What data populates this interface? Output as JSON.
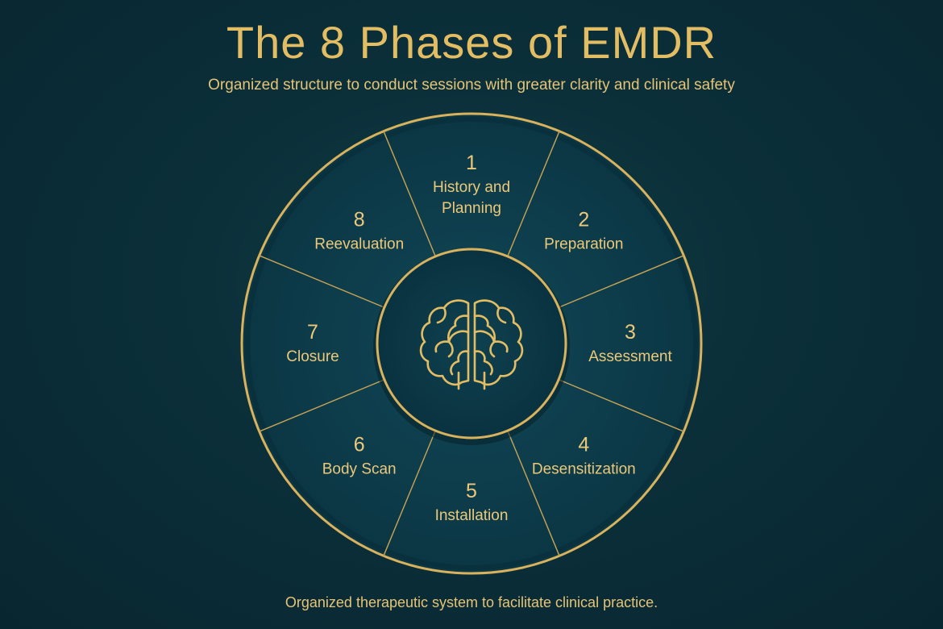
{
  "header": {
    "title": "The 8 Phases of EMDR",
    "subtitle": "Organized structure to conduct sessions with greater clarity and clinical safety"
  },
  "footer": {
    "text": "Organized therapeutic system to facilitate clinical practice."
  },
  "center": {
    "icon": "brain-icon"
  },
  "phases": [
    {
      "number": "1",
      "lines": [
        "History and",
        "Planning"
      ]
    },
    {
      "number": "2",
      "lines": [
        "Preparation"
      ]
    },
    {
      "number": "3",
      "lines": [
        "Assessment"
      ]
    },
    {
      "number": "4",
      "lines": [
        "Desensitization"
      ]
    },
    {
      "number": "5",
      "lines": [
        "Installation"
      ]
    },
    {
      "number": "6",
      "lines": [
        "Body Scan"
      ]
    },
    {
      "number": "7",
      "lines": [
        "Closure"
      ]
    },
    {
      "number": "8",
      "lines": [
        "Reevaluation"
      ]
    }
  ],
  "colors": {
    "background": "#0b2f39",
    "segment": "#0d3b4a",
    "gold": "#e3bd63",
    "text": "#ecc97a"
  }
}
